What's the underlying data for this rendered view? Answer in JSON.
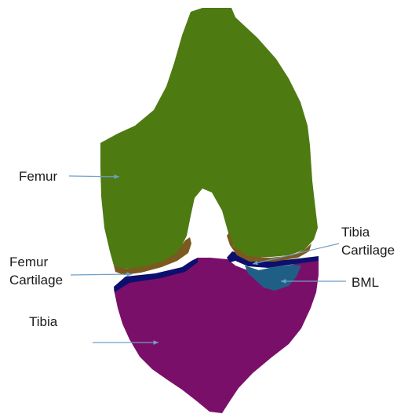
{
  "labels": {
    "femur": "Femur",
    "femur_cartilage": [
      "Femur",
      "Cartilage"
    ],
    "tibia_cartilage": [
      "Tibia",
      "Cartilage"
    ],
    "bml": "BML",
    "tibia": "Tibia"
  },
  "colors": {
    "femur": "#4e7a12",
    "femur_cartilage": "#7a5a1e",
    "tibia_cartilage": "#0d0f6e",
    "bml": "#1f5f86",
    "tibia": "#7a0f6a",
    "leader": "#6f9fc8",
    "text": "#1a1a1a"
  }
}
